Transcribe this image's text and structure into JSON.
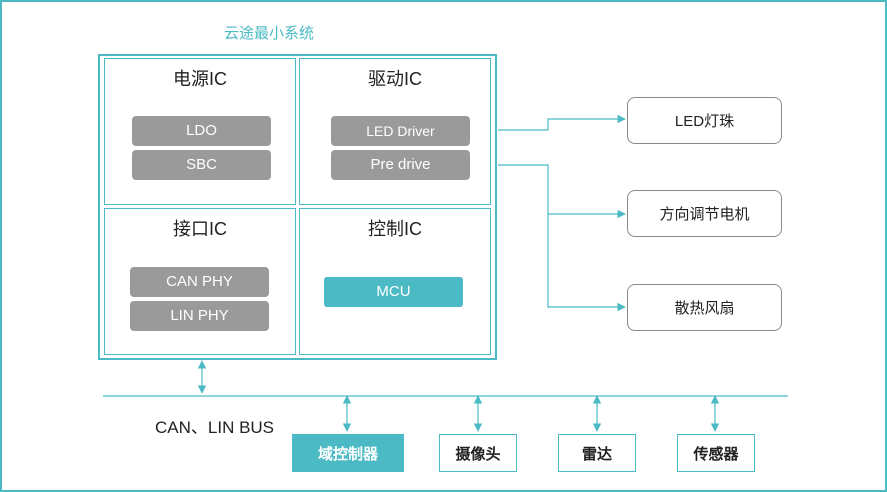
{
  "title": "云途最小系统",
  "panels": {
    "power": {
      "title": "电源IC",
      "chips": [
        "LDO",
        "SBC"
      ]
    },
    "drive": {
      "title": "驱动IC",
      "chips": [
        "LED Driver",
        "Pre drive"
      ]
    },
    "interface": {
      "title": "接口IC",
      "chips": [
        "CAN PHY",
        "LIN PHY"
      ]
    },
    "control": {
      "title": "控制IC",
      "chips": [
        "MCU"
      ]
    }
  },
  "outputs": [
    "LED灯珠",
    "方向调节电机",
    "散热风扇"
  ],
  "bus": {
    "label": "CAN、LIN BUS",
    "nodes": [
      "域控制器",
      "摄像头",
      "雷达",
      "传感器"
    ]
  },
  "colors": {
    "accent": "#4bbac5",
    "chip_gray": "#9a9a9a",
    "text": "#222222"
  }
}
